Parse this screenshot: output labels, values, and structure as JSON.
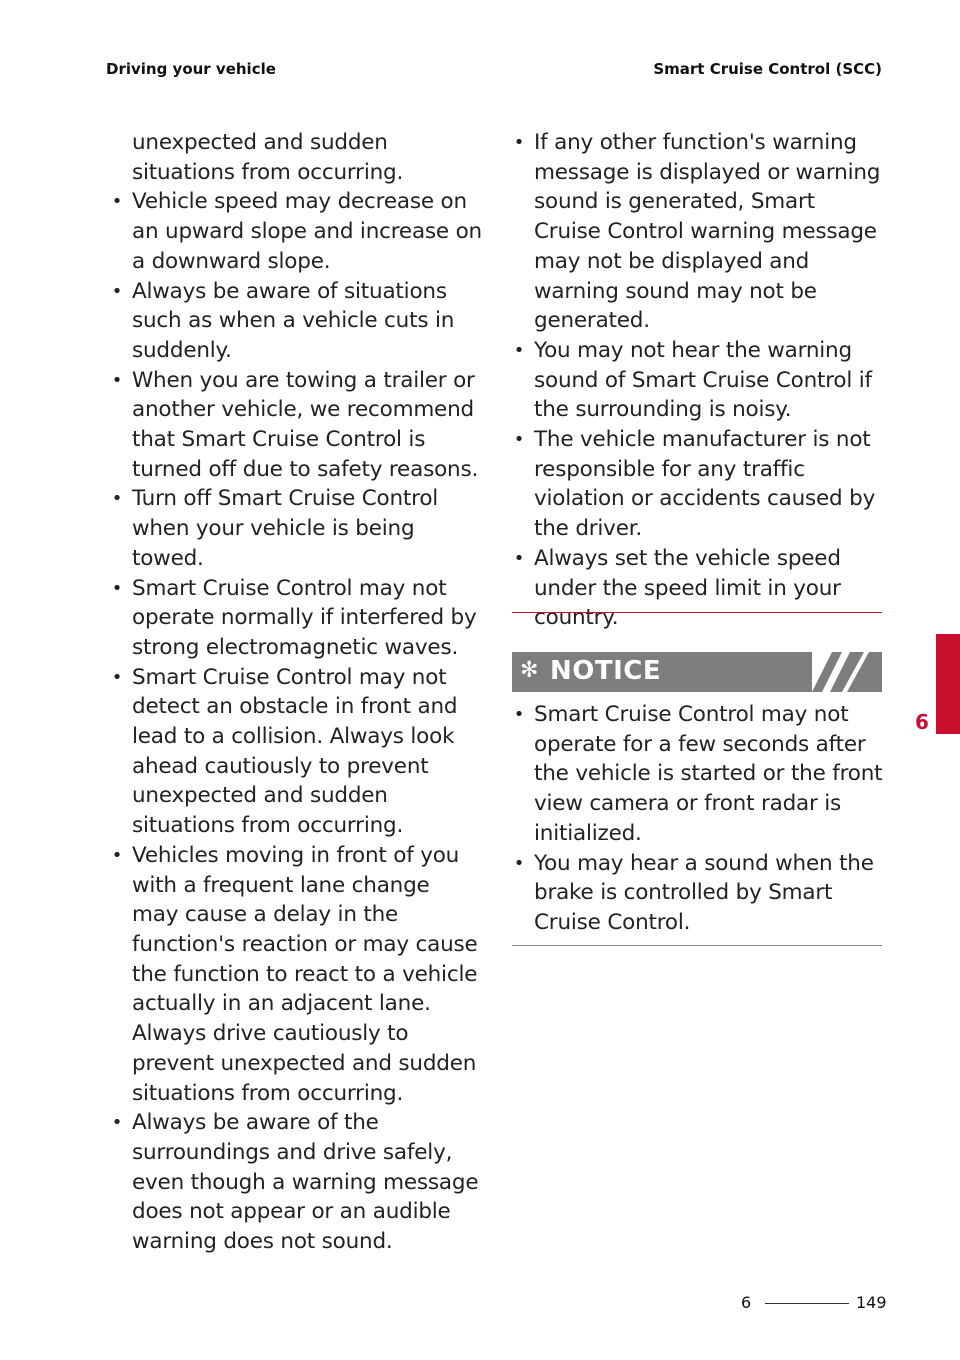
{
  "header": {
    "left": "Driving your vehicle",
    "right": "Smart Cruise Control (SCC)"
  },
  "left_column": {
    "continuation": "unexpected and sudden situations from occurring.",
    "bullets": [
      "Vehicle speed may decrease on an upward slope and increase on a downward slope.",
      "Always be aware of situations such as when a vehicle cuts in suddenly.",
      "When you are towing a trailer or another vehicle, we recommend that Smart Cruise Control is turned off due to safety reasons.",
      "Turn off Smart Cruise Control when your vehicle is being towed.",
      "Smart Cruise Control may not operate normally if interfered by strong electromagnetic waves.",
      "Smart Cruise Control may not detect an obstacle in front and lead to a collision. Always look ahead cautiously to prevent unexpected and sudden situations from occurring.",
      "Vehicles moving in front of you with a frequent lane change may cause a delay in the function's reaction or may cause the function to react to a vehicle actually in an adjacent lane. Always drive cautiously to prevent unexpected and sudden situations from occurring.",
      "Always be aware of the surroundings and drive safely, even though a warning message does not appear or an audible warning does not sound."
    ]
  },
  "right_column": {
    "bullets": [
      "If any other function's warning message is displayed or warning sound is generated, Smart Cruise Control warning message may not be displayed and warning sound may not be generated.",
      "You may not hear the warning sound of Smart Cruise Control if the surrounding is noisy.",
      "The vehicle manufacturer is not responsible for any traffic violation or accidents caused by the driver.",
      "Always set the vehicle speed under the speed limit in your country."
    ]
  },
  "notice": {
    "symbol": "✻",
    "title": "NOTICE",
    "bullets": [
      "Smart Cruise Control may not operate for a few seconds after the vehicle is started or the front view camera or front radar is initialized.",
      "You may hear a sound when the brake is controlled by Smart Cruise Control."
    ]
  },
  "side_tab": {
    "chapter": "6"
  },
  "footer": {
    "chapter": "6",
    "page": "149"
  },
  "colors": {
    "accent": "#c8102e",
    "notice_bg": "#7d7d7d"
  }
}
